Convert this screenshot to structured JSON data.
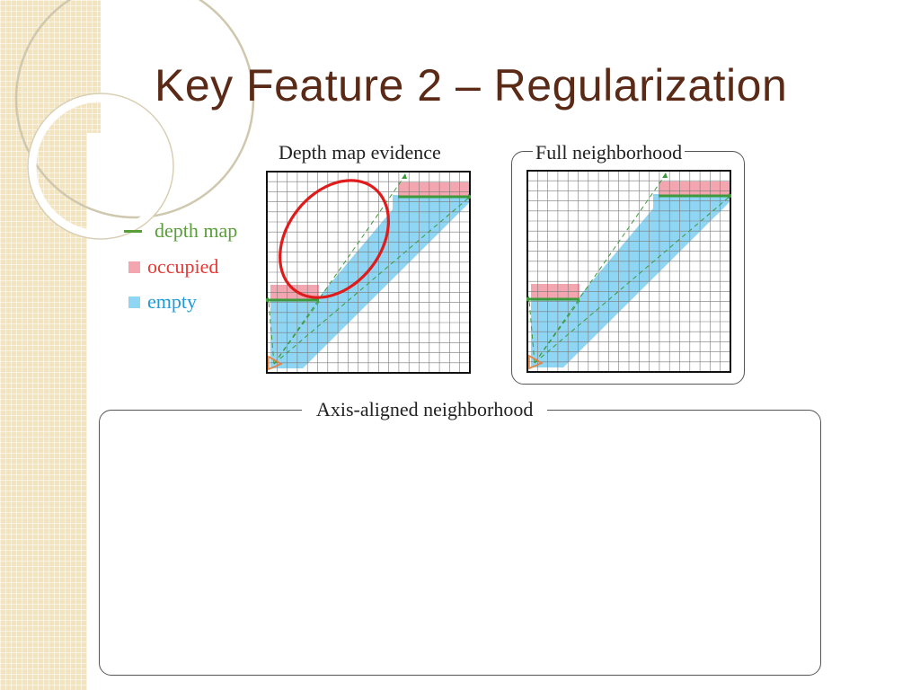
{
  "slide": {
    "title": "Key Feature 2 – Regularization"
  },
  "legend": {
    "items": [
      {
        "label": "depth map",
        "color": "#5a9e3a",
        "swatch": "line"
      },
      {
        "label": "occupied",
        "color": "#e53935",
        "swatch": "box",
        "swatch_color": "#f4a6b0"
      },
      {
        "label": "empty",
        "color": "#1e9bd7",
        "swatch": "box",
        "swatch_color": "#8fd6f4"
      }
    ]
  },
  "panels": {
    "depth_map_evidence": {
      "title": "Depth map evidence"
    },
    "full_neighborhood": {
      "title": "Full neighborhood"
    },
    "axis_aligned_neighborhood": {
      "title": "Axis-aligned neighborhood"
    }
  },
  "colors": {
    "title": "#5a2a17",
    "occupied_fill": "#f4a6b0",
    "empty_fill": "#8fd6f4",
    "depth_line": "#3c9a3c",
    "camera": "#e8803a",
    "highlight_circle": "#e01b1b",
    "sidebar_tile": "#f3e4bd",
    "sidebar_grid": "#ffffff"
  },
  "grid": {
    "cells": 20
  },
  "icons": {
    "camera": "camera-origin-icon",
    "highlight": "highlight-circle-icon"
  }
}
